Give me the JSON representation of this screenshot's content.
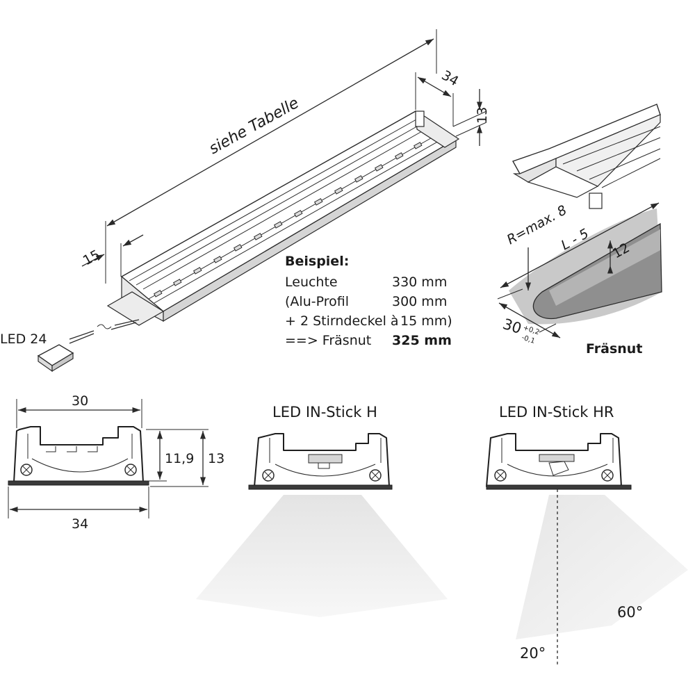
{
  "top_view": {
    "length_label": "siehe Tabelle",
    "width_label": "34",
    "height_label": "13",
    "end_cap_label": "15",
    "connector_label": "LED 24"
  },
  "example": {
    "title": "Beispiel:",
    "rows": [
      {
        "label": "Leuchte",
        "value": "330 mm"
      },
      {
        "label": "(Alu-Profil",
        "value": "300 mm"
      },
      {
        "label": "+ 2 Stirndeckel à",
        "value": "15 mm)"
      },
      {
        "label": "==> Fräsnut",
        "value": "325 mm"
      }
    ]
  },
  "groove": {
    "radius_label": "R=max. 8",
    "length_label": "L - 5",
    "depth_label": "12",
    "width_label": "30",
    "tol_upper": "+0,2",
    "tol_lower": "-0,1",
    "caption": "Fräsnut"
  },
  "section": {
    "top_width": "30",
    "bottom_width": "34",
    "inner_height": "11,9",
    "outer_height": "13"
  },
  "variant_h": {
    "title": "LED IN-Stick H"
  },
  "variant_hr": {
    "title": "LED IN-Stick HR",
    "angle_tilt": "20°",
    "angle_beam": "60°"
  },
  "colors": {
    "line": "#2a2a2a",
    "groove_fill": "#8f8f8f",
    "groove_light": "#c9c9c9",
    "beam": "#ececec"
  }
}
